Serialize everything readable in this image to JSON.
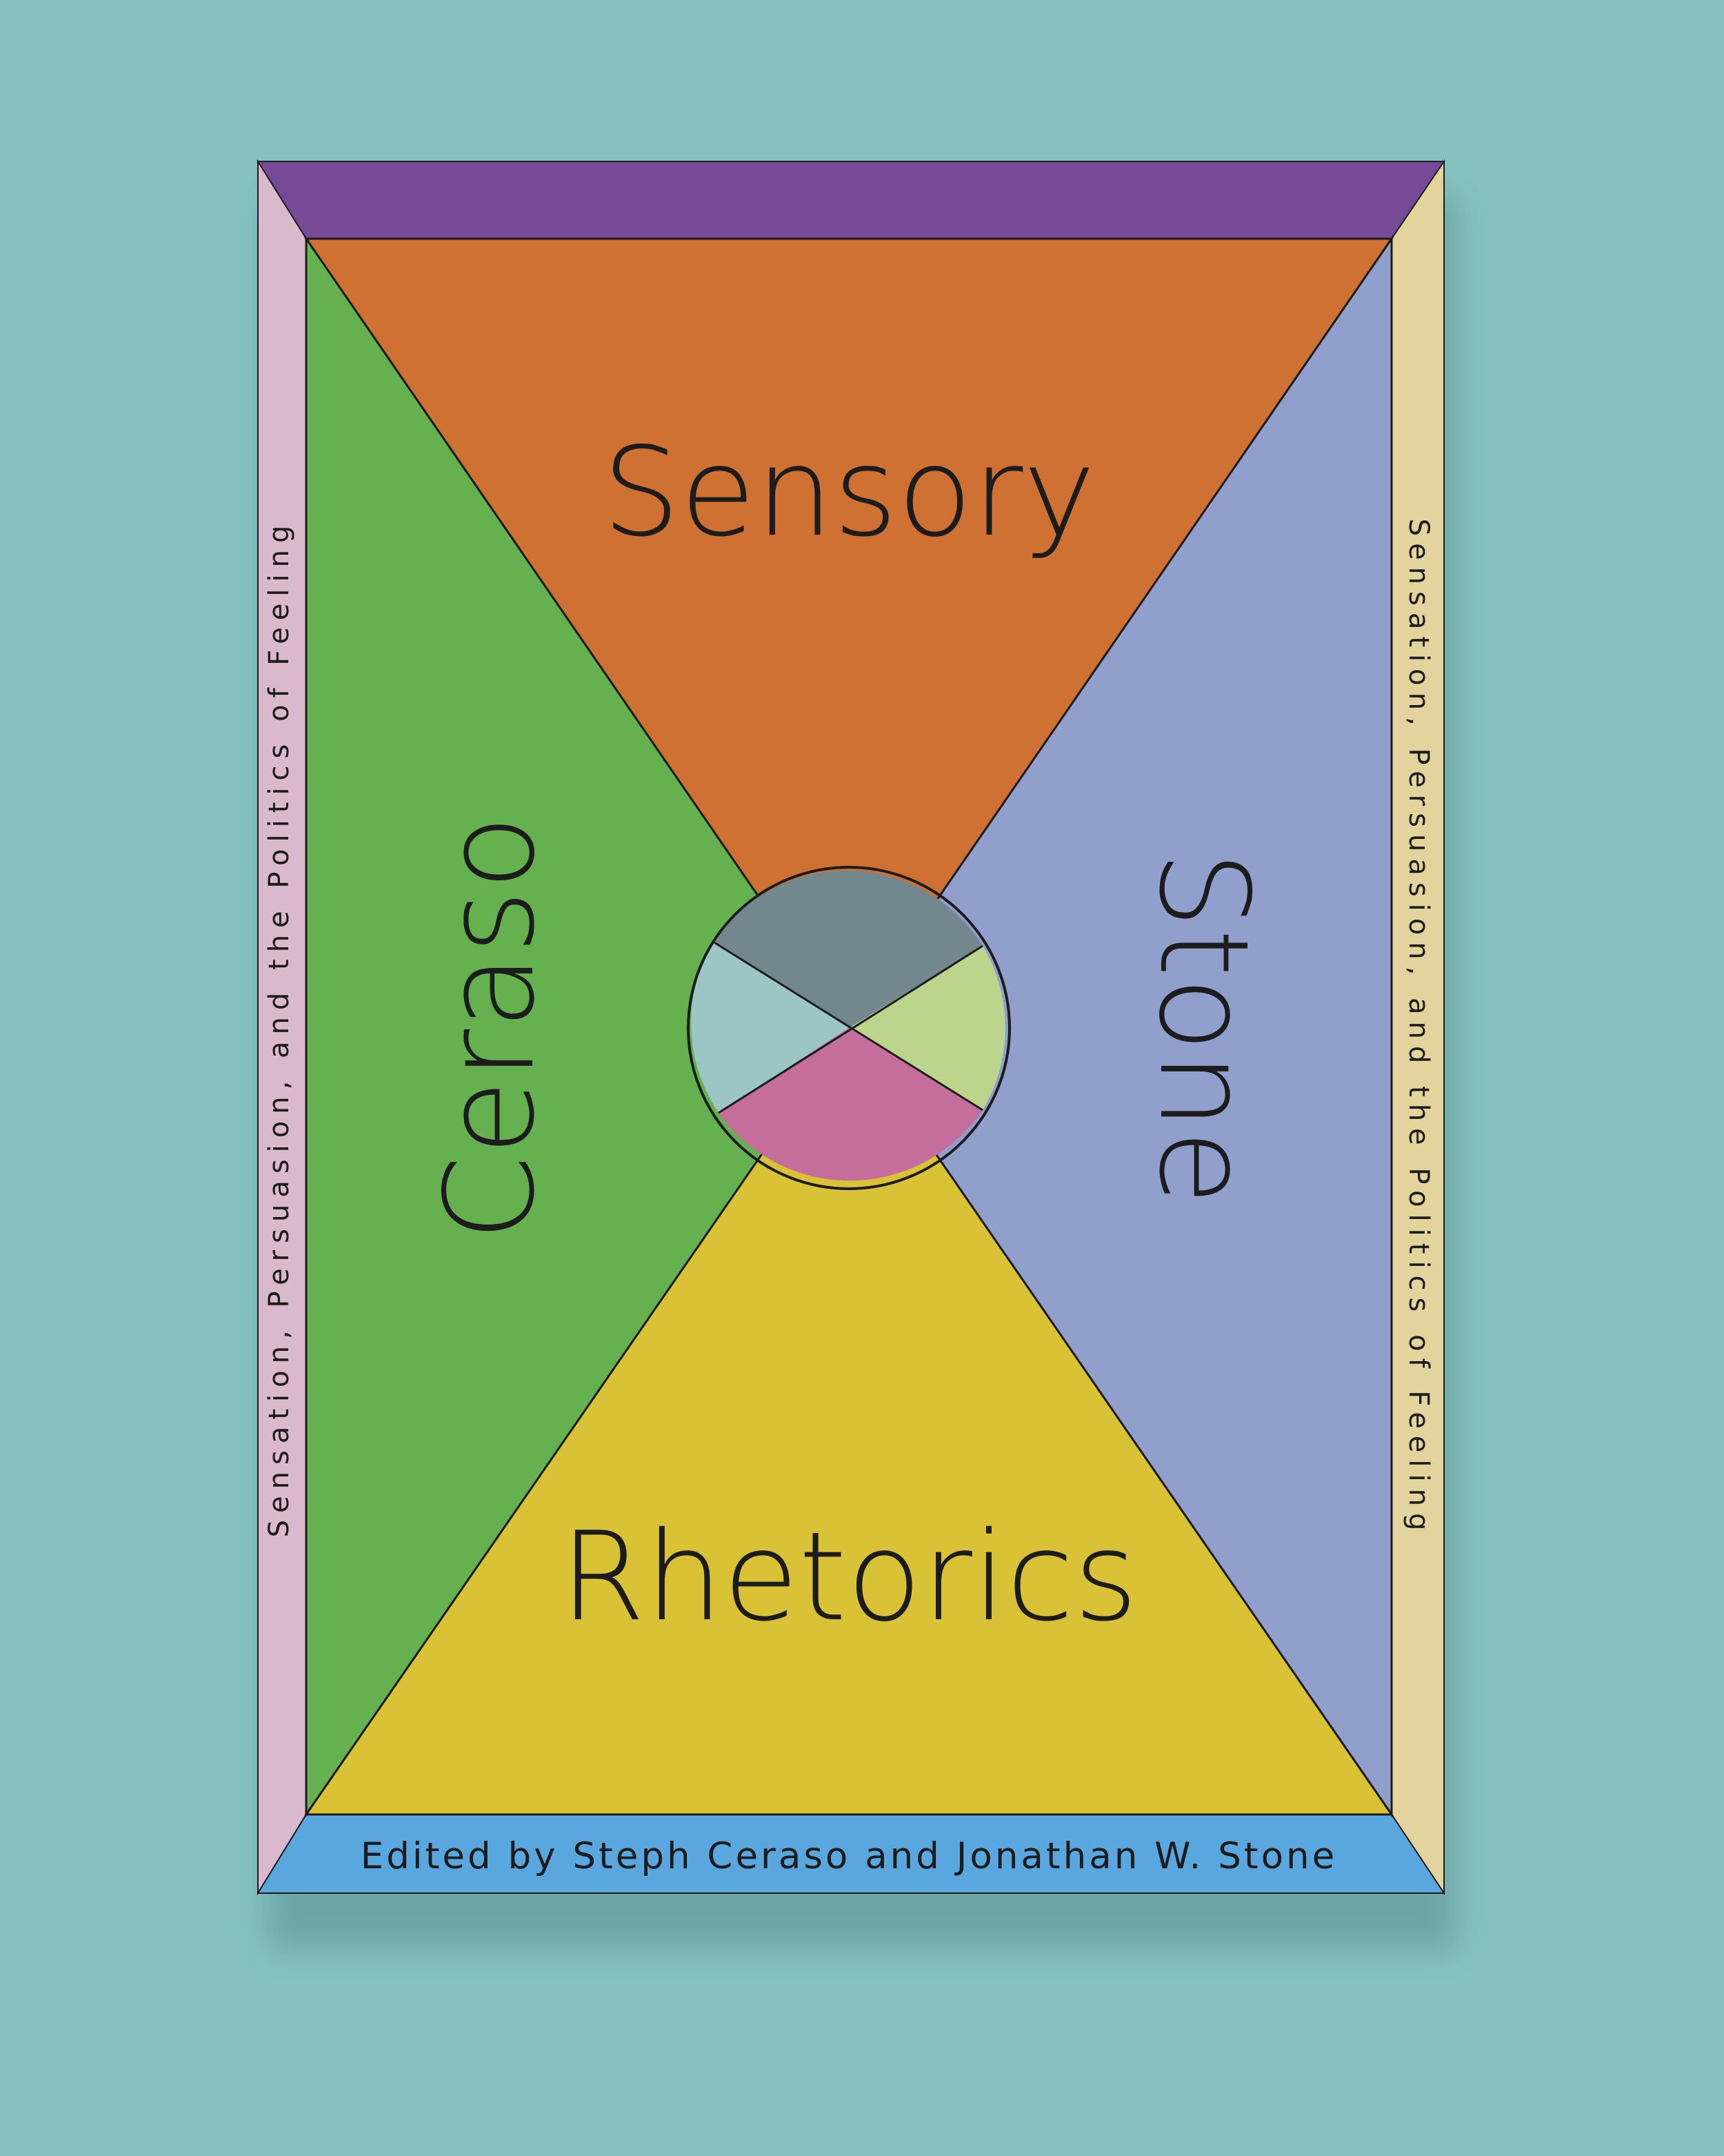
{
  "background_color": "#84c1c0",
  "book": {
    "title_top": "Sensory",
    "title_bottom": "Rhetorics",
    "author_left": "Ceraso",
    "author_right": "Stone",
    "subtitle_left": "Sensation, Persuasion, and the Politics of Feeling",
    "subtitle_right": "Sensation, Persuasion, and the Politics of Feeling",
    "editors_line": "Edited by Steph Ceraso and Jonathan W. Stone"
  },
  "colors": {
    "border_top": "#774a97",
    "border_left": "#dab9ce",
    "border_right": "#e2d49c",
    "border_bottom": "#5aa6de",
    "panel_top": "#cf7132",
    "panel_left": "#65b14f",
    "panel_right": "#919fcc",
    "panel_bottom": "#d9c236",
    "circle_top": "#73878f",
    "circle_left": "#9cc6c6",
    "circle_right": "#bcd48c",
    "circle_bottom": "#c56e9c",
    "line": "#1c1c1c"
  }
}
